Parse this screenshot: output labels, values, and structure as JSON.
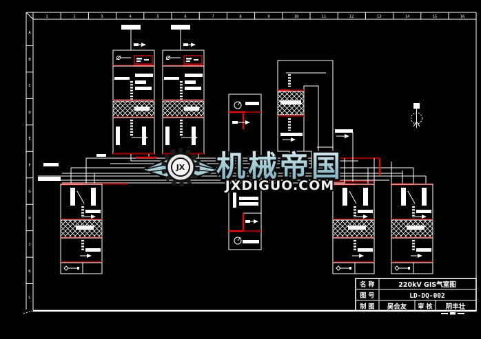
{
  "sheet": {
    "top_ruler": [
      "1",
      "2",
      "3",
      "4",
      "5",
      "6",
      "7",
      "8",
      "9",
      "10",
      "11",
      "12",
      "13",
      "14",
      "15",
      "16"
    ],
    "left_ruler": [
      "A",
      "B",
      "C",
      "D",
      "E",
      "F",
      "G",
      "H",
      "J",
      "K",
      "L"
    ]
  },
  "title_block": {
    "name_label": "名 称",
    "name_value": "220kV GIS气室图",
    "number_label": "图 号",
    "number_value": "LD-DQ-002",
    "drawn_label": "制 图",
    "drawn_value": "吴会友",
    "review_label": "审 核",
    "review_value": "阴丰壮"
  },
  "watermark": {
    "logo_monogram": "JX",
    "brand": "机械帝国",
    "site": "JXDIGUO.COM"
  },
  "colors": {
    "background": "#000000",
    "line": "#ffffff",
    "red_dark": "#8b0000",
    "red_bright": "#e01010",
    "watermark_fill": "#a6cbd4",
    "watermark_site": "#f0f0f0"
  }
}
